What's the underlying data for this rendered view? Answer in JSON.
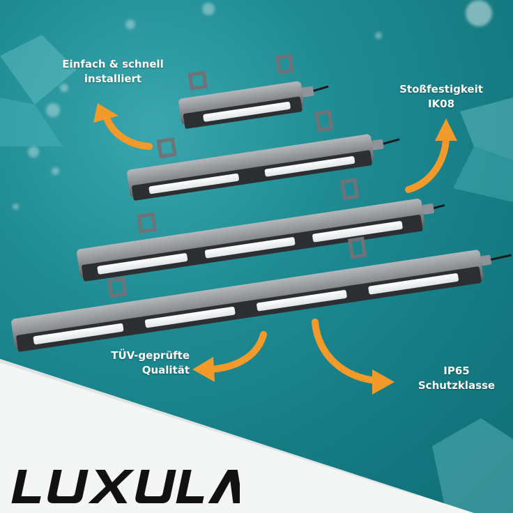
{
  "features": {
    "install": {
      "line1": "Einfach & schnell",
      "line2": "installiert"
    },
    "impact": {
      "line1": "Stoßfestigkeit",
      "line2": "IK08"
    },
    "tuv": {
      "line1": "TÜV-geprüfte",
      "line2": "Qualität"
    },
    "ip": {
      "line1": "IP65",
      "line2": "Schutzklasse"
    }
  },
  "brand": {
    "logo_text": "LUXULA"
  },
  "colors": {
    "arrow": "#f39a2b",
    "background": "#1a858d",
    "fixture_body": "#8f9296",
    "lens": "#f4f7f8",
    "logo": "#111111"
  }
}
